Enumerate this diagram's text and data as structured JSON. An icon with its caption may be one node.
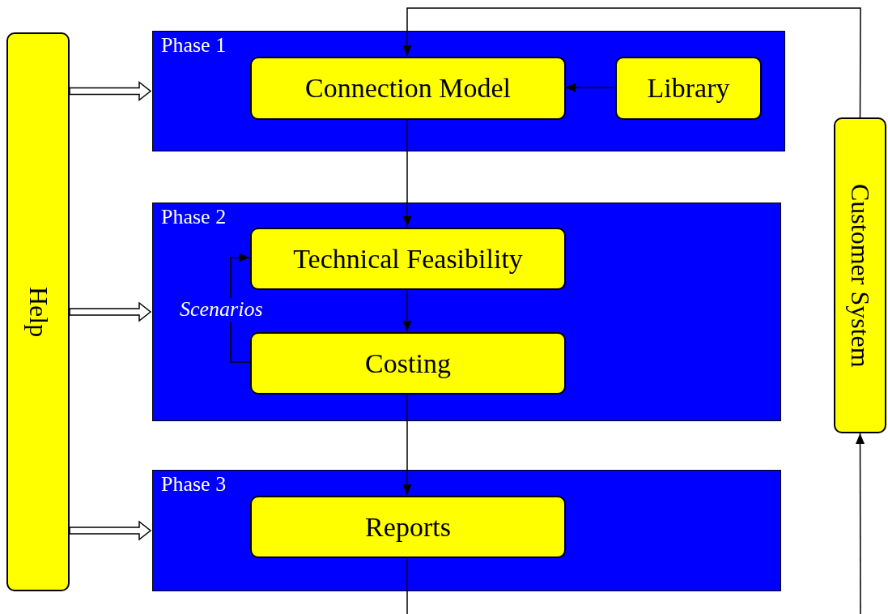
{
  "diagram": {
    "nodes": [
      {
        "text": [
          "Help"
        ]
      },
      {
        "text": [
          "Phase 1"
        ]
      },
      {
        "text": [
          "Connection Model"
        ],
        "in": 1
      },
      {
        "text": [
          "Library"
        ],
        "in": 1
      },
      {
        "text": [
          "Phase 2"
        ]
      },
      {
        "text": [
          "Technical Feasibility"
        ],
        "in": 4
      },
      {
        "text": [
          "Costing"
        ],
        "in": 4
      },
      {
        "text": [
          "Phase 3"
        ]
      },
      {
        "text": [
          "Reports"
        ],
        "in": 7
      },
      {
        "text": [
          "Customer System"
        ]
      }
    ],
    "edges": [
      {
        "from": 0,
        "to": 1,
        "arrow": "to",
        "style": "thick"
      },
      {
        "from": 0,
        "to": 4,
        "arrow": "to",
        "style": "thick"
      },
      {
        "from": 0,
        "to": 7,
        "arrow": "to",
        "style": "thick"
      },
      {
        "from": 3,
        "to": 2,
        "arrow": "to"
      },
      {
        "from": 2,
        "to": 5,
        "arrow": "to"
      },
      {
        "from": 5,
        "to": 6,
        "arrow": "to"
      },
      {
        "from": 6,
        "to": 5,
        "arrow": "to",
        "label": "Scenarios"
      },
      {
        "from": 6,
        "to": 8,
        "arrow": "to"
      },
      {
        "from": 8,
        "to": null,
        "arrow": "none"
      },
      {
        "from": null,
        "to": 9,
        "arrow": "to"
      },
      {
        "from": 9,
        "to": 2,
        "arrow": "to"
      }
    ]
  }
}
